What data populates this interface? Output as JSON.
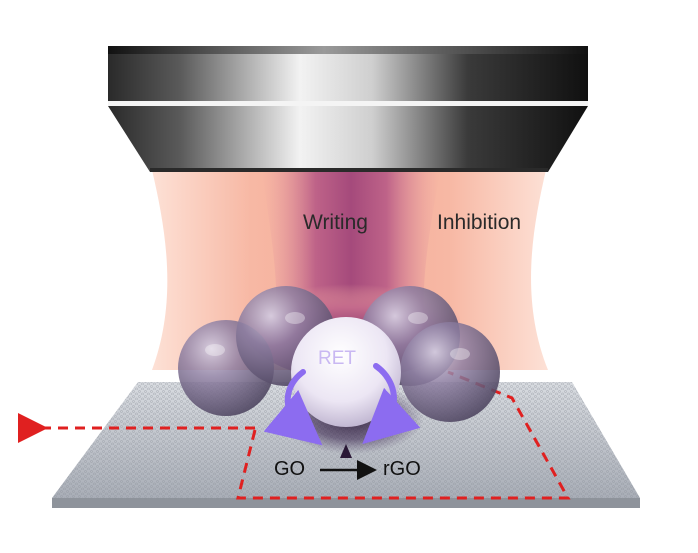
{
  "labels": {
    "writing": "Writing",
    "inhibition": "Inhibition",
    "ret": "RET",
    "go": "GO",
    "rgo": "rGO"
  },
  "colors": {
    "inhibition_beam": "#f9c7b8",
    "writing_beam": "#a0467a",
    "sphere": "#7a6a8c",
    "center_sphere": "#f2eef8",
    "ret_arrows": "#8c6cf0",
    "path": "#e02020",
    "substrate": "#b9bec6"
  },
  "icons": {
    "objective": "objective-lens-icon",
    "path_arrow": "dashed-arrow-icon",
    "conversion_arrow": "right-arrow-icon"
  }
}
